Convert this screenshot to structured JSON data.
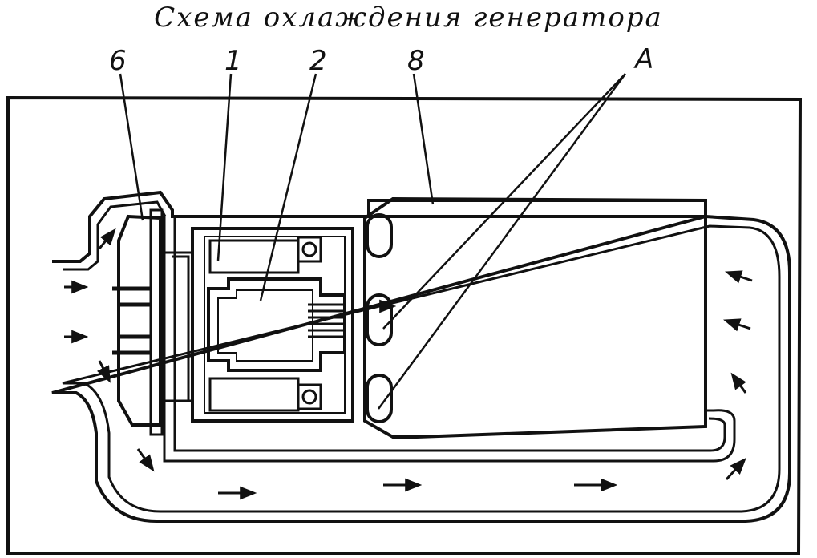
{
  "title": "Схема охлаждения генератора",
  "labels": {
    "fan": "6",
    "stator": "1",
    "rotor": "2",
    "housing": "8",
    "openings": "A"
  },
  "colors": {
    "ink": "#111111",
    "paper": "#ffffff"
  }
}
